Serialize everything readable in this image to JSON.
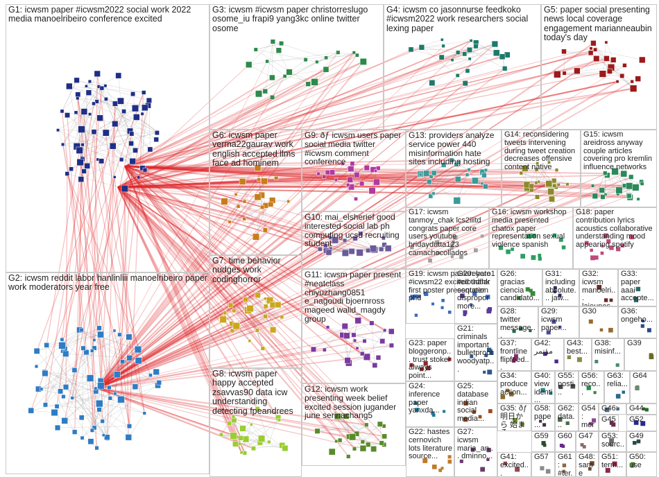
{
  "colors": {
    "edge_inter": "#e0282a",
    "edge_intra": "#9a9a9a",
    "box_border": "#c8c8c8"
  },
  "groups": [
    {
      "id": "G1",
      "text": "G1: icwsm paper #icwsm2022 social work 2022 media manoelribeiro conference excited",
      "color": "#1f2f86"
    },
    {
      "id": "G2",
      "text": "G2: icwsm reddit labor hanlinliii manoelribeiro paper work moderators year free",
      "color": "#2e7cc4"
    },
    {
      "id": "G3",
      "text": "G3: icwsm #icwsm paper christorreslugo osome_iu frapi9 yang3kc online twitter osome",
      "color": "#2e8a4a"
    },
    {
      "id": "G4",
      "text": "G4: icwsm co jasonnurse feedkoko #icwsm2022 work researchers social lexing paper",
      "color": "#1c7a6a"
    },
    {
      "id": "G5",
      "text": "G5: paper social presenting news local coverage engagement marianneaubin today's day",
      "color": "#9c1a1a"
    },
    {
      "id": "G6",
      "text": "G6: icwsm paper verma22gaurav work english accepted llms face ad hominem",
      "color": "#c77d1a"
    },
    {
      "id": "G7",
      "text": "G7: time behavior nudges work codinghorror",
      "color": "#c9a81e"
    },
    {
      "id": "G8",
      "text": "G8: icwsm paper happy accepted zsavvas90 data icw understanding detecting fpeandrees",
      "color": "#9acd32"
    },
    {
      "id": "G9",
      "text": "G9: ðƒ icwsm users paper social media twitter #icwsm comment conference",
      "color": "#b03aa0"
    },
    {
      "id": "G10",
      "text": "G10: mai_elsherief good interested social lab ph computing ucsd recruiting student",
      "color": "#6a5a9a"
    },
    {
      "id": "G11",
      "text": "G11: icwsm paper present #neatclass chiyuzhang0851 e_nagoudi bjoernross mageed walid_magdy group",
      "color": "#7a3aa0"
    },
    {
      "id": "G12",
      "text": "G12: icwsm work presenting week belief excited session jugander june serinachang5",
      "color": "#5a8a2a"
    },
    {
      "id": "G13",
      "text": "G13: providers analyze service power 440 misinformation hate sites including hosting",
      "color": "#3a9a9a"
    },
    {
      "id": "G14",
      "text": "G14: reconsidering tweets intervening during tweet creation decreases offensive content native",
      "color": "#8a8a2a"
    },
    {
      "id": "G15",
      "text": "G15: icwsm areidross anyway couple articles covering pro kremlin influence networks",
      "color": "#2a8a5a"
    },
    {
      "id": "G16",
      "text": "G16: icwsm workshop media presented chatox paper representation sexual violence spanish",
      "color": "#2aa060"
    },
    {
      "id": "G17",
      "text": "G17: icwsm tanmoy_chak lcs2iiitd congrats paper core users youtube hridaydutta123 camachocollados",
      "color": "#a0a0a0"
    },
    {
      "id": "G18",
      "text": "G18: paper contribution lyrics acoustics collaborative understanding mood appearing spotify",
      "color": "#c04a7a"
    },
    {
      "id": "G19",
      "text": "G19: icwsm paulareyero1 #icwsm22 excited thank first poster presentation phd",
      "color": "#3a6ac0"
    },
    {
      "id": "G20",
      "text": "G20: hate #cloudflar esqueer dispropor more...",
      "color": "#5a3a9a"
    },
    {
      "id": "G21",
      "text": "G21: criminals important bulletproof woodyatp...",
      "color": "#2a5a8a"
    },
    {
      "id": "G22",
      "text": "G22: hastes cernovich lots literature source...",
      "color": "#c07a2a"
    },
    {
      "id": "G23",
      "text": "G23: paper bloggeronp... trust stokel always point...",
      "color": "#8a2a2a"
    },
    {
      "id": "G24",
      "text": "G24: inference paper yanxda...",
      "color": "#1a7a9a"
    },
    {
      "id": "G25",
      "text": "G25: database indian social media...",
      "color": "#9a4a1a"
    },
    {
      "id": "G26",
      "text": "G26: gracias ciencia candidato...",
      "color": "#3a8a3a"
    },
    {
      "id": "G27",
      "text": "G27: icwsm maria_an... dminno...",
      "color": "#6a3a6a"
    },
    {
      "id": "G28",
      "text": "G28: twitter message...",
      "color": "#2a6a4a"
    },
    {
      "id": "G29",
      "text": "G29: icwsm paper...",
      "color": "#4a4a9a"
    },
    {
      "id": "G30",
      "text": "G30",
      "color": "#9a6a2a"
    },
    {
      "id": "G31",
      "text": "G31: including absolute... jaw...",
      "color": "#2a2a6a"
    },
    {
      "id": "G32",
      "text": "G32: icwsm manoelri... lajeunes...",
      "color": "#6a2a2a"
    },
    {
      "id": "G33",
      "text": "G33: paper aaai accepte...",
      "color": "#2a6a6a"
    },
    {
      "id": "G34",
      "text": "G34: produce action...",
      "color": "#8a6a2a"
    },
    {
      "id": "G35",
      "text": "G35: ðƒ 明日から 始まる...",
      "color": "#6a8a2a"
    },
    {
      "id": "G36",
      "text": "G36: ongeho...",
      "color": "#2a4a8a"
    },
    {
      "id": "G37",
      "text": "G37: frontline flipfeed...",
      "color": "#8a2a6a"
    },
    {
      "id": "G38",
      "text": "G38: misinf...",
      "color": "#4a8a6a"
    },
    {
      "id": "G39",
      "text": "G39",
      "color": "#6a6a2a"
    },
    {
      "id": "G40",
      "text": "G40: view identi...",
      "color": "#2a8a8a"
    },
    {
      "id": "G41",
      "text": "G41: excited...",
      "color": "#8a4a4a"
    },
    {
      "id": "G42",
      "text": "G42: مؤتمر",
      "color": "#4a2a8a"
    },
    {
      "id": "G43",
      "text": "G43: best...",
      "color": "#8a8a4a"
    },
    {
      "id": "G44",
      "text": "G44",
      "color": "#2a6a2a"
    },
    {
      "id": "G45",
      "text": "G45",
      "color": "#6a2a4a"
    },
    {
      "id": "G46",
      "text": "G46: more",
      "color": "#4a6a8a"
    },
    {
      "id": "G47",
      "text": "G47",
      "color": "#8a6a6a"
    },
    {
      "id": "G48",
      "text": "G48: same",
      "color": "#6a4a2a"
    },
    {
      "id": "G49",
      "text": "G49",
      "color": "#2a4a4a"
    },
    {
      "id": "G50",
      "text": "G50: use",
      "color": "#4a8a2a"
    },
    {
      "id": "G51",
      "text": "G51: term...",
      "color": "#8a2a4a"
    },
    {
      "id": "G52",
      "text": "G52",
      "color": "#2a2a8a"
    },
    {
      "id": "G53",
      "text": "G53: sourc...",
      "color": "#6a6a6a"
    },
    {
      "id": "G54",
      "text": "G54: more",
      "color": "#8a4a8a"
    },
    {
      "id": "G55",
      "text": "G55: posti...",
      "color": "#4a4a4a"
    },
    {
      "id": "G56",
      "text": "G56: reco...",
      "color": "#2a8a4a"
    },
    {
      "id": "G57",
      "text": "G57",
      "color": "#8a8a8a"
    },
    {
      "id": "G58",
      "text": "G58: pape...",
      "color": "#4a2a4a"
    },
    {
      "id": "G59",
      "text": "G59",
      "color": "#2a4a2a"
    },
    {
      "id": "G60",
      "text": "G60",
      "color": "#6a2a8a"
    },
    {
      "id": "G61",
      "text": "G61: #ter...",
      "color": "#8a6a4a"
    },
    {
      "id": "G62",
      "text": "G62: data...",
      "color": "#4a6a4a"
    },
    {
      "id": "G63",
      "text": "G63: relia...",
      "color": "#2a6a8a"
    },
    {
      "id": "G64",
      "text": "G64",
      "color": "#6a8a6a"
    }
  ]
}
